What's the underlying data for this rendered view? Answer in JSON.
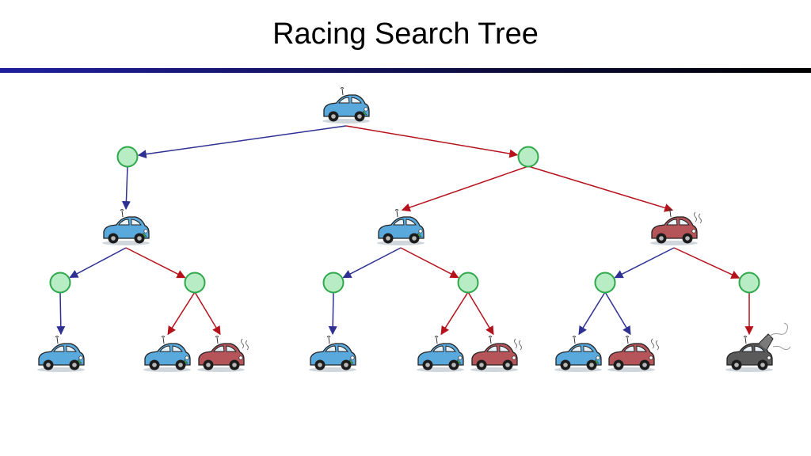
{
  "slide": {
    "title": "Racing Search Tree"
  },
  "colors": {
    "title_rule_start": "#1f1f9e",
    "title_rule_end": "#000000",
    "cool_edge": "#2e3192",
    "warm_edge": "#b5121b",
    "chance_fill": "#b8ecc4",
    "chance_stroke": "#2ea84a",
    "cool_car": "#5aa9dc",
    "warm_car": "#b5555a",
    "overheated_car": "#5a5a5a"
  },
  "icons": {
    "cool_car": "car-cool-icon",
    "warm_car": "car-warm-icon",
    "overheated_car": "car-overheated-icon",
    "chance_node": "chance-node"
  },
  "tree": {
    "root": {
      "state": "cool",
      "slow": {
        "outcomes": [
          {
            "state": "cool",
            "slow": {
              "outcomes": [
                {
                  "state": "cool"
                }
              ]
            },
            "fast": {
              "outcomes": [
                {
                  "state": "cool"
                },
                {
                  "state": "warm"
                }
              ]
            }
          }
        ]
      },
      "fast": {
        "outcomes": [
          {
            "state": "cool",
            "slow": {
              "outcomes": [
                {
                  "state": "cool"
                }
              ]
            },
            "fast": {
              "outcomes": [
                {
                  "state": "cool"
                },
                {
                  "state": "warm"
                }
              ]
            }
          },
          {
            "state": "warm",
            "slow": {
              "outcomes": [
                {
                  "state": "cool"
                },
                {
                  "state": "warm"
                }
              ]
            },
            "fast": {
              "outcomes": [
                {
                  "state": "overheated"
                }
              ]
            }
          }
        ]
      }
    }
  }
}
